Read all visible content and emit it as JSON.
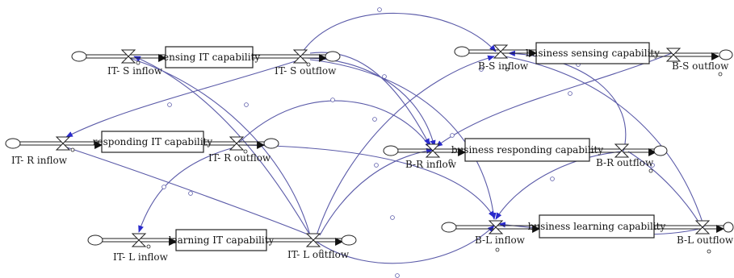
{
  "stocks": {
    "sensing_it": "sensing IT capability",
    "responding_it": "responding IT capability",
    "learning_it": "learning IT capability",
    "business_sensing": "business sensing capability",
    "business_responding": "business responding capability",
    "business_learning": "business learning capability"
  },
  "flows": {
    "it_s_inflow": "IT- S inflow",
    "it_s_outflow": "IT- S outflow",
    "it_r_inflow": "IT- R inflow",
    "it_r_outflow": "IT- R outflow",
    "it_l_inflow": "IT- L inflow",
    "it_l_outflow": "IT- L outflow",
    "bs_inflow": "B-S inflow",
    "bs_outflow": "B-S outflow",
    "br_inflow": "B-R inflow",
    "br_outflow": "B-R outflow",
    "bl_inflow": "B-L inflow",
    "bl_outflow": "B-L outflow"
  },
  "colors": {
    "link": "#5a5aa8",
    "arrowhead": "#2a2acc",
    "structure": "#222222"
  }
}
